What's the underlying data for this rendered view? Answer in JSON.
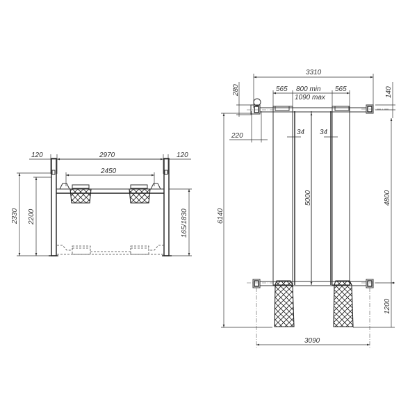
{
  "front_view": {
    "dims": {
      "left_post": "120",
      "total_width": "2970",
      "right_post": "120",
      "inner_width": "2450",
      "overall_height": "2330",
      "post_height": "2200",
      "lift_height": "165/1830"
    }
  },
  "top_view": {
    "dims": {
      "total_width": "3310",
      "runway_width_left": "565",
      "runway_gap_min": "800  min",
      "runway_gap_max": "1090  max",
      "runway_width_right": "565",
      "top_offset_left": "280",
      "top_offset_right": "140",
      "post_offset": "220",
      "rail_left": "34",
      "rail_right": "34",
      "runway_length": "5000",
      "overall_length": "6140",
      "post_spacing": "4800",
      "ramp_length": "1200",
      "post_centers": "3090"
    }
  }
}
